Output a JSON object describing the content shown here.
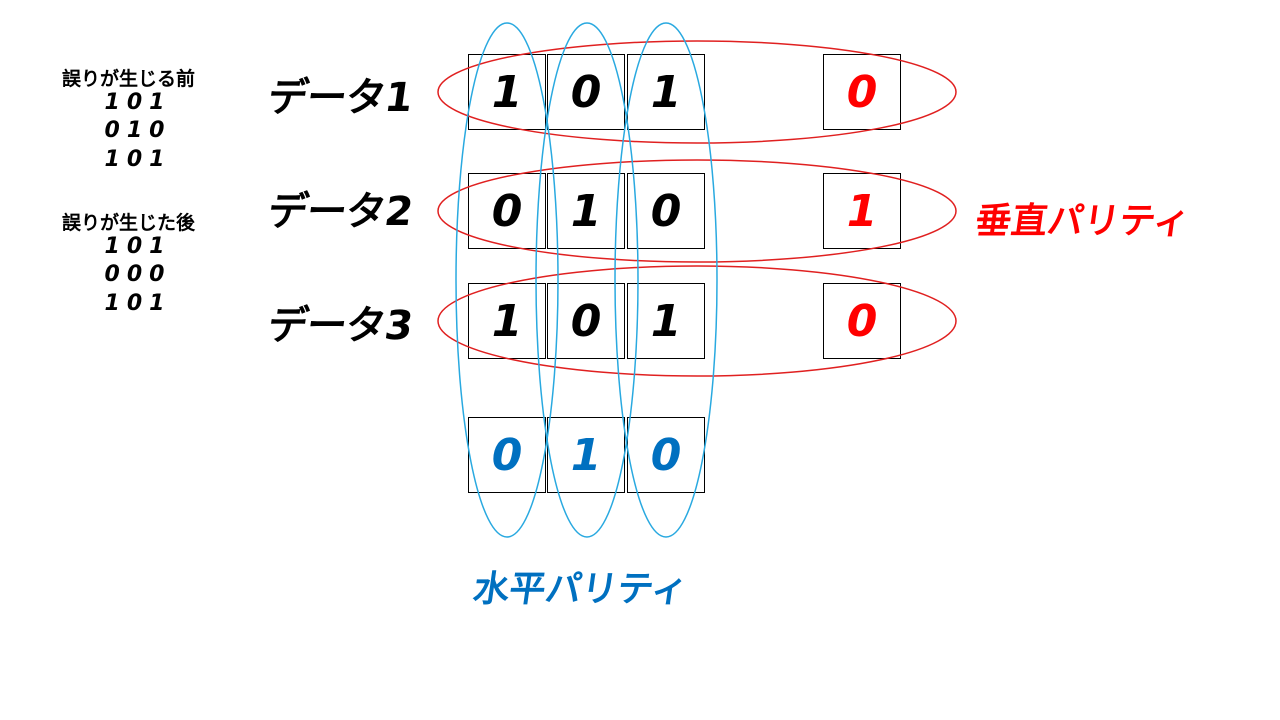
{
  "notes": {
    "before": {
      "title": "誤りが生じる前",
      "rows": [
        "101",
        "010",
        "101"
      ]
    },
    "after": {
      "title": "誤りが生じた後",
      "rows": [
        "101",
        "000",
        "101"
      ]
    }
  },
  "rows": [
    {
      "label": "データ1",
      "bits": [
        "1",
        "0",
        "1"
      ],
      "parity": "0"
    },
    {
      "label": "データ2",
      "bits": [
        "0",
        "1",
        "0"
      ],
      "parity": "1"
    },
    {
      "label": "データ3",
      "bits": [
        "1",
        "0",
        "1"
      ],
      "parity": "0"
    }
  ],
  "horizontal_parity": [
    "0",
    "1",
    "0"
  ],
  "labels": {
    "vertical_parity": "垂直パリティ",
    "horizontal_parity": "水平パリティ"
  },
  "colors": {
    "vertical_parity": "#ff0000",
    "horizontal_parity": "#0070c0",
    "row_ellipse": "#e02020",
    "column_ellipse": "#29a9e0"
  }
}
